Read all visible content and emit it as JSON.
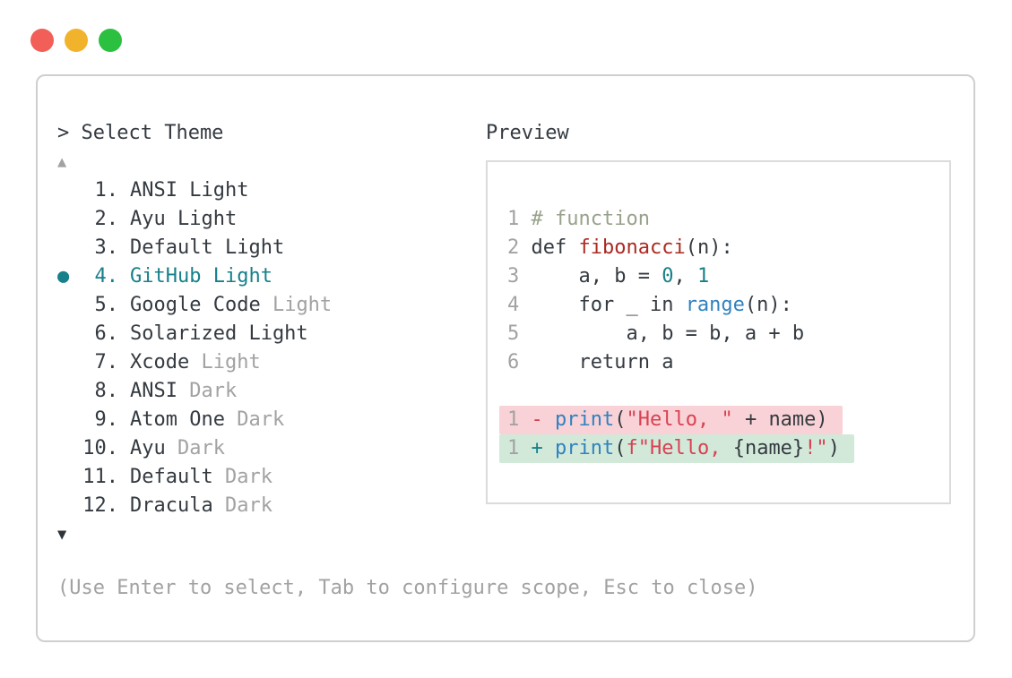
{
  "colors": {
    "ink": "#343a40",
    "gray": "#a2a2a2",
    "teal": "#17808a",
    "blue": "#2f82c0",
    "brick": "#ab2a22",
    "crimson": "#d84152",
    "comment": "#98a28b",
    "del-bg": "#f8d2d6",
    "add-bg": "#d2e9d9",
    "panel-border": "#cfcfcf",
    "box-border": "#dbdbdb",
    "tl-red": "#f15f58",
    "tl-yellow": "#f2b32c",
    "tl-green": "#2cc040"
  },
  "window_controls": {
    "close_icon": "close-circle",
    "minimize_icon": "minimize-circle",
    "maximize_icon": "maximize-circle"
  },
  "select": {
    "prompt": "> Select Theme",
    "scroll_up_icon": "▲",
    "scroll_down_icon": "▼",
    "selected_bullet": "●",
    "items": [
      {
        "num": "1.",
        "name": "ANSI Light",
        "dim_suffix": "",
        "selected": false
      },
      {
        "num": "2.",
        "name": "Ayu Light",
        "dim_suffix": "",
        "selected": false
      },
      {
        "num": "3.",
        "name": "Default Light",
        "dim_suffix": "",
        "selected": false
      },
      {
        "num": "4.",
        "name": "GitHub Light",
        "dim_suffix": "",
        "selected": true
      },
      {
        "num": "5.",
        "name": "Google Code",
        "dim_suffix": "Light",
        "selected": false
      },
      {
        "num": "6.",
        "name": "Solarized Light",
        "dim_suffix": "",
        "selected": false
      },
      {
        "num": "7.",
        "name": "Xcode",
        "dim_suffix": "Light",
        "selected": false
      },
      {
        "num": "8.",
        "name": "ANSI",
        "dim_suffix": "Dark",
        "selected": false
      },
      {
        "num": "9.",
        "name": "Atom One",
        "dim_suffix": "Dark",
        "selected": false
      },
      {
        "num": "10.",
        "name": "Ayu",
        "dim_suffix": "Dark",
        "selected": false
      },
      {
        "num": "11.",
        "name": "Default",
        "dim_suffix": "Dark",
        "selected": false
      },
      {
        "num": "12.",
        "name": "Dracula",
        "dim_suffix": "Dark",
        "selected": false
      }
    ]
  },
  "preview": {
    "label": "Preview",
    "code_lines": [
      {
        "bg": "",
        "segments": [
          {
            "t": "1",
            "c": "ln"
          },
          {
            "t": " ",
            "c": "base"
          },
          {
            "t": "# function",
            "c": "cmt"
          }
        ]
      },
      {
        "bg": "",
        "segments": [
          {
            "t": "2",
            "c": "ln"
          },
          {
            "t": " def ",
            "c": "base"
          },
          {
            "t": "fibonacci",
            "c": "def"
          },
          {
            "t": "(n):",
            "c": "base"
          }
        ]
      },
      {
        "bg": "",
        "segments": [
          {
            "t": "3",
            "c": "ln"
          },
          {
            "t": "     a, b = ",
            "c": "base"
          },
          {
            "t": "0",
            "c": "num"
          },
          {
            "t": ", ",
            "c": "base"
          },
          {
            "t": "1",
            "c": "num"
          }
        ]
      },
      {
        "bg": "",
        "segments": [
          {
            "t": "4",
            "c": "ln"
          },
          {
            "t": "     for _ in ",
            "c": "base"
          },
          {
            "t": "range",
            "c": "call"
          },
          {
            "t": "(n):",
            "c": "base"
          }
        ]
      },
      {
        "bg": "",
        "segments": [
          {
            "t": "5",
            "c": "ln"
          },
          {
            "t": "         a, b = b, a + b",
            "c": "base"
          }
        ]
      },
      {
        "bg": "",
        "segments": [
          {
            "t": "6",
            "c": "ln"
          },
          {
            "t": "     return a",
            "c": "base"
          }
        ]
      },
      {
        "bg": "",
        "segments": []
      },
      {
        "bg": "del",
        "segments": [
          {
            "t": "1",
            "c": "ln"
          },
          {
            "t": " ",
            "c": "base"
          },
          {
            "t": "-",
            "c": "minus"
          },
          {
            "t": " ",
            "c": "base"
          },
          {
            "t": "print",
            "c": "call"
          },
          {
            "t": "(",
            "c": "base"
          },
          {
            "t": "\"Hello, \"",
            "c": "str"
          },
          {
            "t": " + name)",
            "c": "base"
          }
        ]
      },
      {
        "bg": "add",
        "segments": [
          {
            "t": "1",
            "c": "ln"
          },
          {
            "t": " ",
            "c": "base"
          },
          {
            "t": "+",
            "c": "plus"
          },
          {
            "t": " ",
            "c": "base"
          },
          {
            "t": "print",
            "c": "call"
          },
          {
            "t": "(",
            "c": "base"
          },
          {
            "t": "f\"Hello, ",
            "c": "str"
          },
          {
            "t": "{name}",
            "c": "base"
          },
          {
            "t": "!\"",
            "c": "str"
          },
          {
            "t": ")",
            "c": "base"
          }
        ]
      }
    ]
  },
  "footer": {
    "hint": "(Use Enter to select, Tab to configure scope, Esc to close)"
  }
}
